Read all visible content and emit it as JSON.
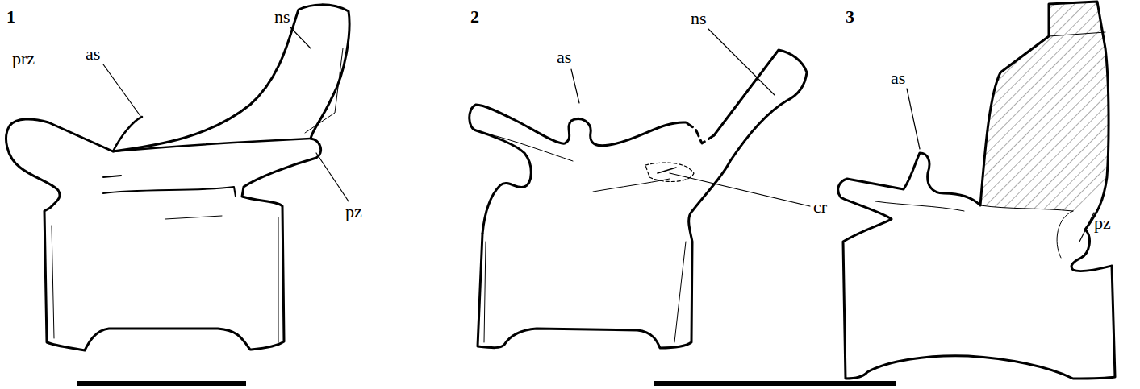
{
  "diagram": {
    "labels": [
      "1",
      "ns",
      "as",
      "prz",
      "pz",
      "2",
      "as",
      "ns",
      "cr",
      "3",
      "as",
      "pz"
    ]
  }
}
